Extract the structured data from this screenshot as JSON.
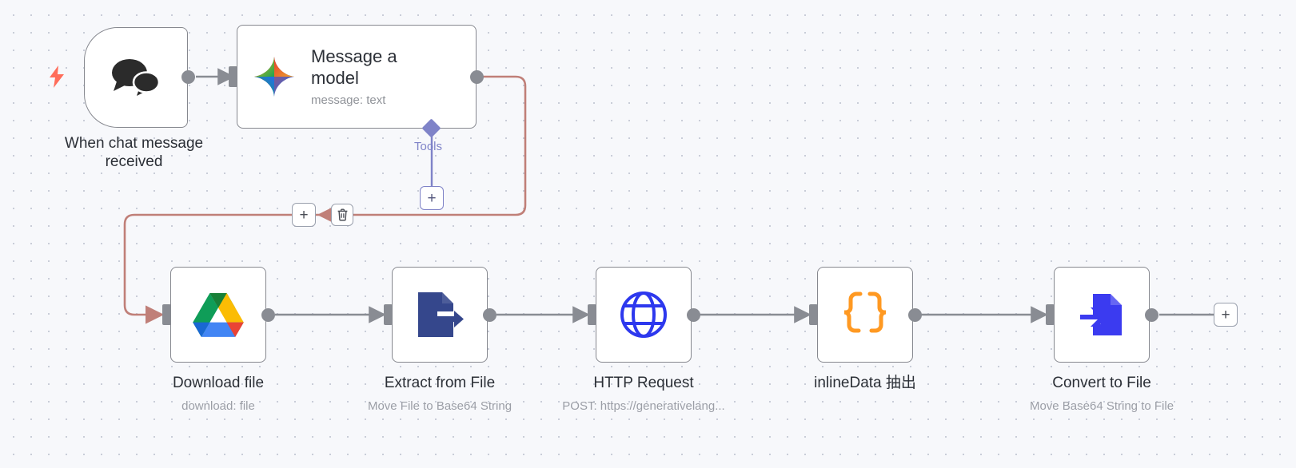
{
  "app": {
    "name": "n8n-workflow-canvas"
  },
  "canvas": {
    "background_color": "#f7f8fb",
    "dot_color": "#c9cdd8",
    "main_connection_color": "#8a8d94",
    "highlight_connection_color": "#c07f78",
    "tools_connection_color": "#7f83c8"
  },
  "nodes": [
    {
      "id": "when-chat-message-received",
      "type": "trigger",
      "label": "When chat message\nreceived",
      "subtitle": "",
      "icon": "chat-bubbles-icon",
      "icon_color": "#2b2b2b"
    },
    {
      "id": "message-a-model",
      "type": "wide",
      "title": "Message a\nmodel",
      "subtitle": "message: text",
      "icon": "google-gemini-sparkle-icon",
      "sub_connector_label": "Tools"
    },
    {
      "id": "download-file",
      "type": "square",
      "label": "Download file",
      "subtitle": "download: file",
      "icon": "google-drive-icon"
    },
    {
      "id": "extract-from-file",
      "type": "square",
      "label": "Extract from File",
      "subtitle": "Move File to Base64 String",
      "icon": "extract-from-file-icon",
      "icon_color": "#35478c"
    },
    {
      "id": "http-request",
      "type": "square",
      "label": "HTTP Request",
      "subtitle": "POST: https://generativelang...",
      "icon": "globe-icon",
      "icon_color": "#2d38ee"
    },
    {
      "id": "inline-data-extract",
      "type": "square",
      "label": "inlineData 抽出",
      "subtitle": "",
      "icon": "code-braces-icon",
      "icon_color": "#ff9922"
    },
    {
      "id": "convert-to-file",
      "type": "square",
      "label": "Convert to File",
      "subtitle": "Move Base64 String to File",
      "icon": "convert-to-file-icon",
      "icon_color": "#3b3bf0"
    }
  ],
  "controls": {
    "add_tool_plus": "+",
    "wire_add_plus": "+",
    "wire_delete": "🗑",
    "canvas_end_plus": "+",
    "trigger_bolt": "⚡"
  }
}
